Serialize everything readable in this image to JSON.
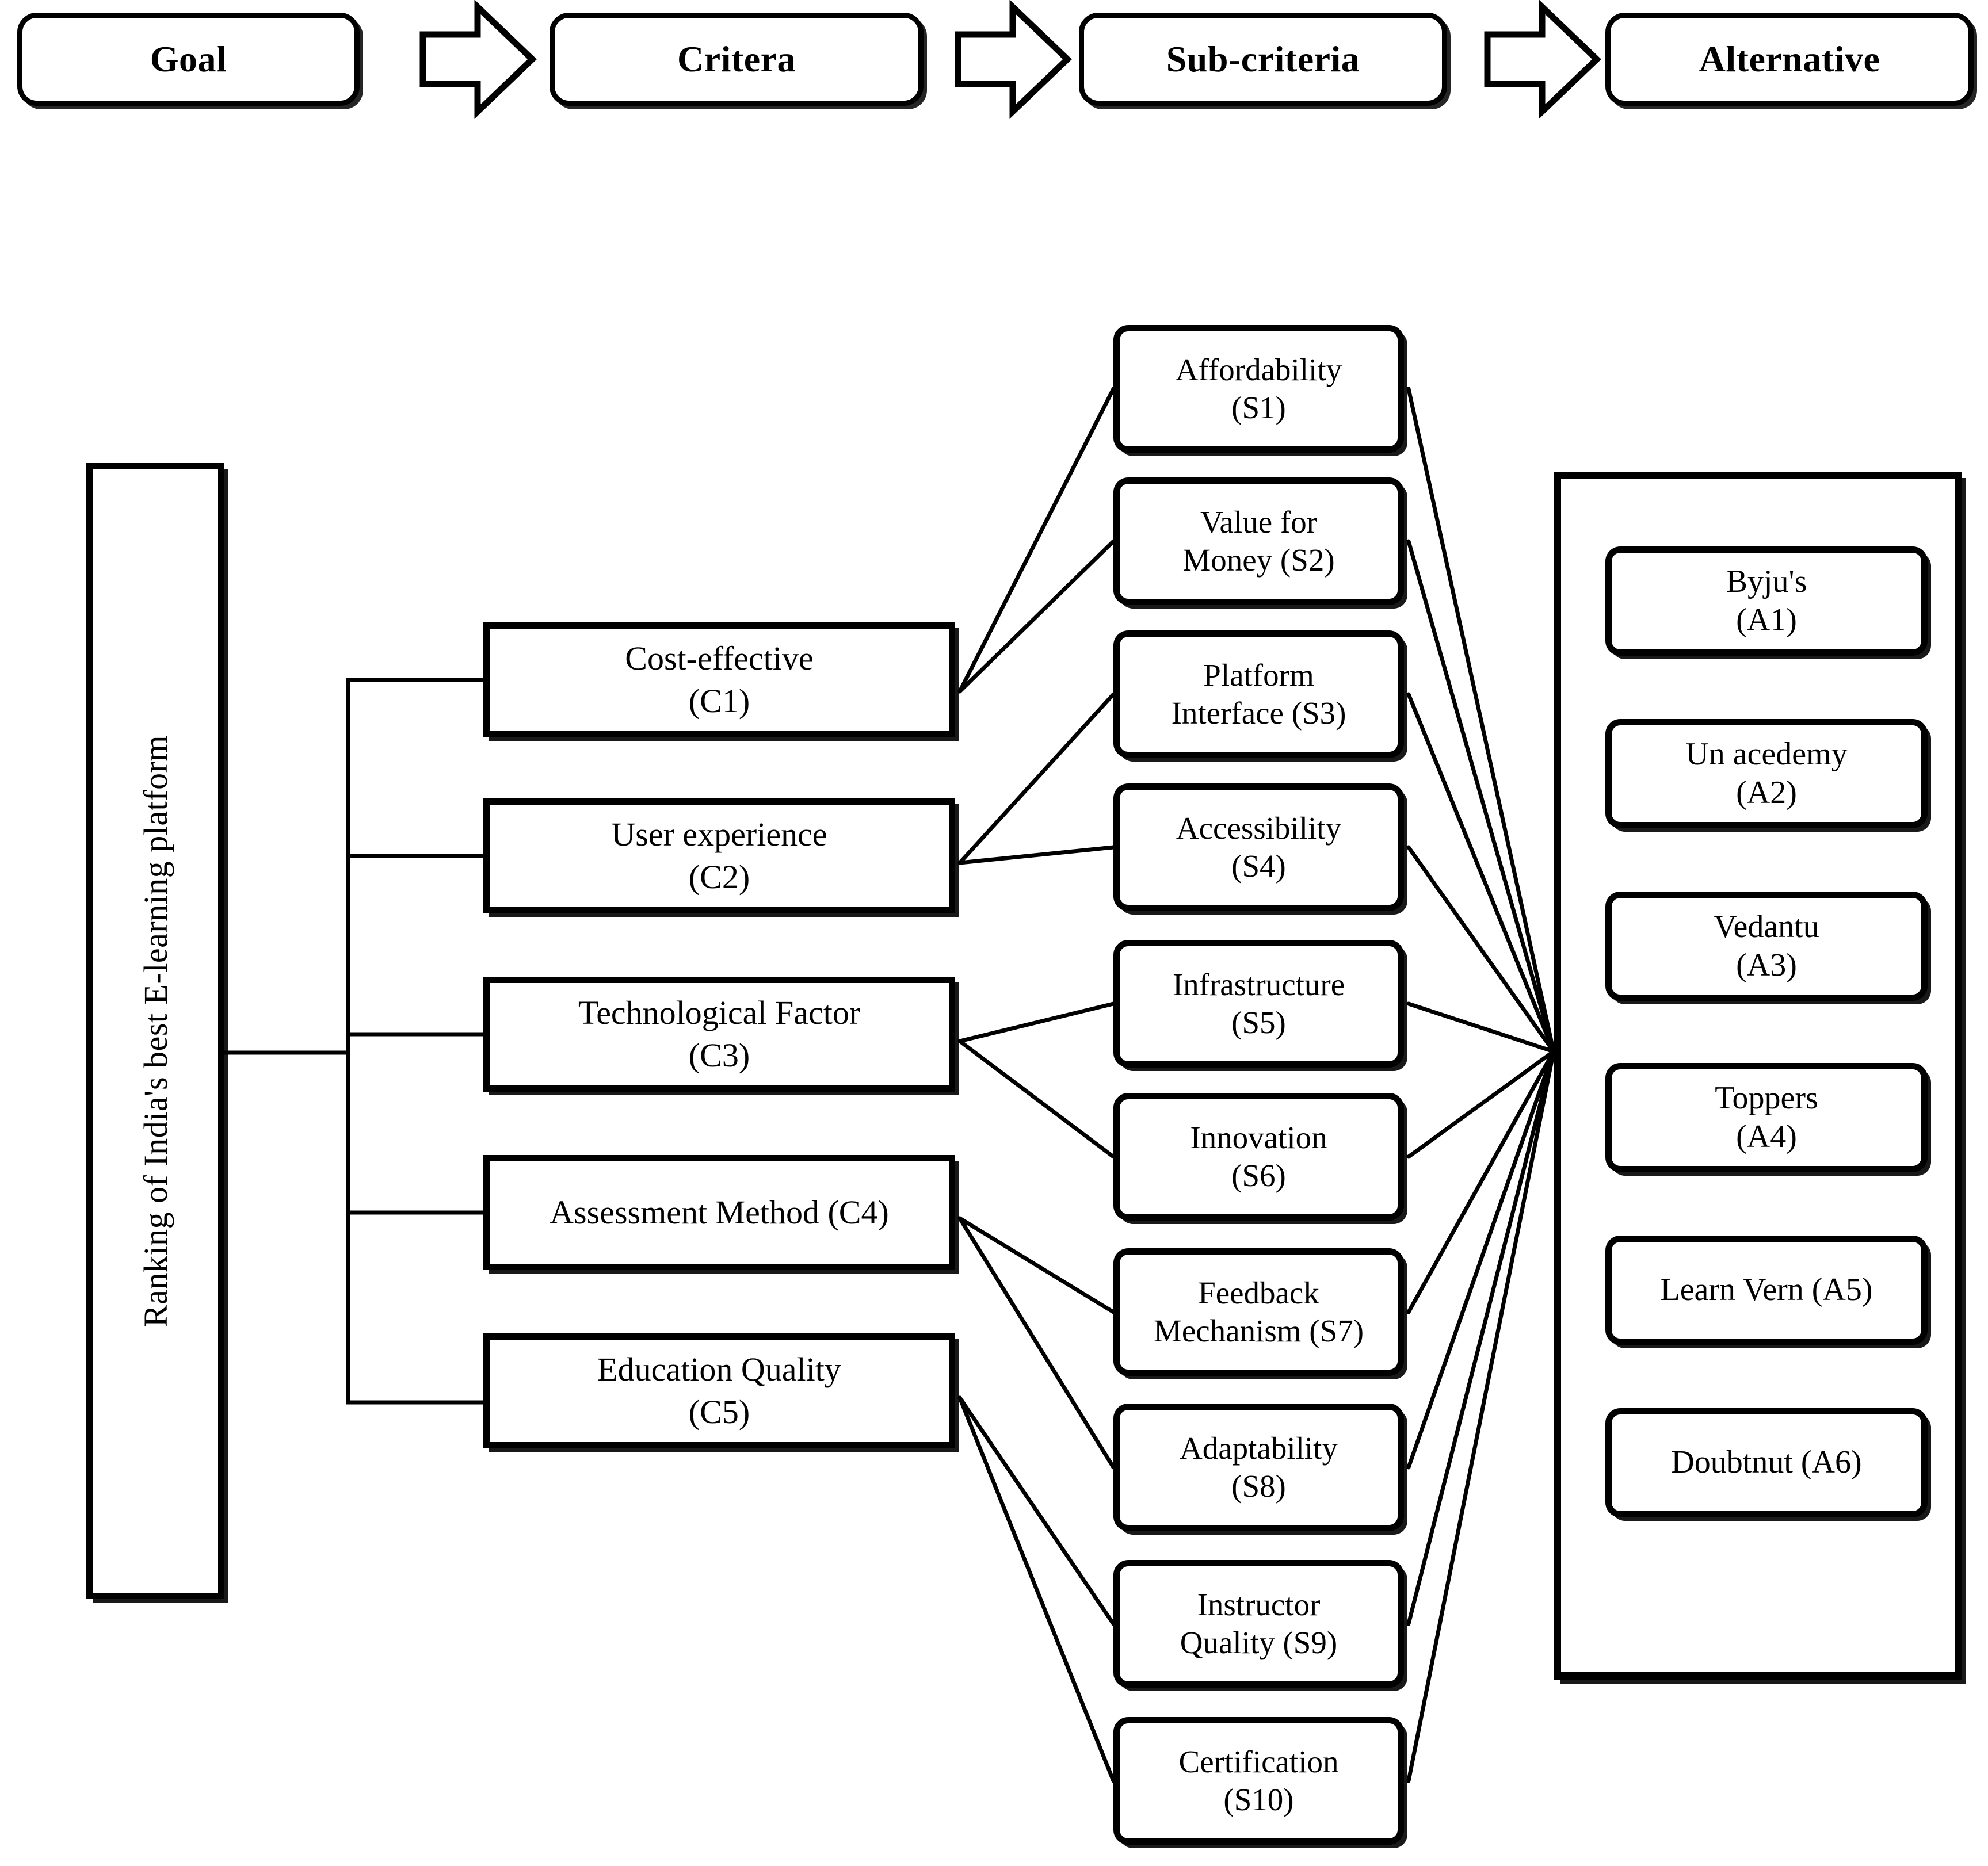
{
  "header": {
    "stages": [
      {
        "label": "Goal"
      },
      {
        "label": "Critera"
      },
      {
        "label": "Sub-criteria"
      },
      {
        "label": "Alternative"
      }
    ],
    "arrow_icon": "right-arrow-icon"
  },
  "goal": {
    "label": "Ranking of India's best E-learning platform"
  },
  "criteria": [
    {
      "id": "C1",
      "label": "Cost-effective\n(C1)"
    },
    {
      "id": "C2",
      "label": "User experience\n(C2)"
    },
    {
      "id": "C3",
      "label": "Technological Factor\n(C3)"
    },
    {
      "id": "C4",
      "label": "Assessment Method (C4)"
    },
    {
      "id": "C5",
      "label": "Education Quality\n(C5)"
    }
  ],
  "subcriteria": [
    {
      "id": "S1",
      "label": "Affordability\n(S1)"
    },
    {
      "id": "S2",
      "label": "Value for\nMoney (S2)"
    },
    {
      "id": "S3",
      "label": "Platform\nInterface (S3)"
    },
    {
      "id": "S4",
      "label": "Accessibility\n(S4)"
    },
    {
      "id": "S5",
      "label": "Infrastructure\n(S5)"
    },
    {
      "id": "S6",
      "label": "Innovation\n(S6)"
    },
    {
      "id": "S7",
      "label": "Feedback\nMechanism (S7)"
    },
    {
      "id": "S8",
      "label": "Adaptability\n(S8)"
    },
    {
      "id": "S9",
      "label": "Instructor\nQuality (S9)"
    },
    {
      "id": "S10",
      "label": "Certification\n(S10)"
    }
  ],
  "alternatives": [
    {
      "id": "A1",
      "label": "Byju's\n(A1)"
    },
    {
      "id": "A2",
      "label": "Un acedemy\n(A2)"
    },
    {
      "id": "A3",
      "label": "Vedantu\n(A3)"
    },
    {
      "id": "A4",
      "label": "Toppers\n(A4)"
    },
    {
      "id": "A5",
      "label": "Learn Vern (A5)"
    },
    {
      "id": "A6",
      "label": "Doubtnut (A6)"
    }
  ],
  "colors": {
    "stroke": "#000000",
    "background": "#ffffff"
  },
  "edges": {
    "goal_to_criteria": [
      "C1",
      "C2",
      "C3",
      "C4",
      "C5"
    ],
    "criteria_to_subcriteria": [
      {
        "from": "C1",
        "to": [
          "S1",
          "S2"
        ]
      },
      {
        "from": "C2",
        "to": [
          "S3",
          "S4"
        ]
      },
      {
        "from": "C3",
        "to": [
          "S5",
          "S6"
        ]
      },
      {
        "from": "C4",
        "to": [
          "S7",
          "S8"
        ]
      },
      {
        "from": "C5",
        "to": [
          "S9",
          "S10"
        ]
      }
    ],
    "subcriteria_to_alternatives": [
      "S1",
      "S2",
      "S3",
      "S4",
      "S5",
      "S6",
      "S7",
      "S8",
      "S9",
      "S10"
    ]
  }
}
